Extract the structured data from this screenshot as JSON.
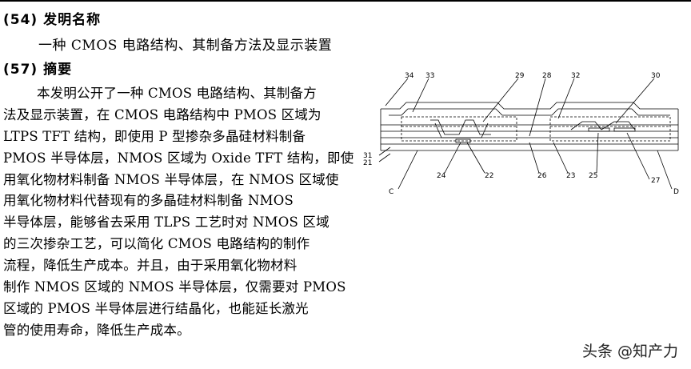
{
  "section54": {
    "heading": "(54) 发明名称",
    "title": "一种 CMOS 电路结构、其制备方法及显示装置"
  },
  "section57": {
    "heading": "(57) 摘要"
  },
  "abstract_lines": [
    "本发明公开了一种 CMOS 电路结构、其制备方",
    "法及显示装置，在 CMOS 电路结构中 PMOS 区域为",
    "LTPS  TFT 结构，即使用 P 型掺杂多晶硅材料制备",
    "PMOS 半导体层，NMOS 区域为 Oxide TFT 结构，即使",
    "用氧化物材料制备 NMOS 半导体层，在 NMOS 区域使",
    "用氧化物材料代替现有的多晶硅材料制备 NMOS",
    "半导体层，能够省去采用 TLPS 工艺时对 NMOS 区域",
    "的三次掺杂工艺，可以简化 CMOS 电路结构的制作",
    "流程，降低生产成本。并且，由于采用氧化物材料",
    "制作 NMOS 区域的 NMOS 半导体层，仅需要对 PMOS",
    "区域的 PMOS 半导体层进行结晶化，也能延长激光",
    "管的使用寿命，降低生产成本。"
  ],
  "figure_labels": {
    "l34": "34",
    "l33": "33",
    "l29": "29",
    "l28": "28",
    "l32": "32",
    "l30": "30",
    "l31": "31",
    "l21": "21",
    "l24": "24",
    "l22": "22",
    "l26": "26",
    "l23": "23",
    "l25": "25",
    "l27": "27",
    "lC": "C",
    "lD": "D"
  },
  "watermark": "头条 @知产力"
}
